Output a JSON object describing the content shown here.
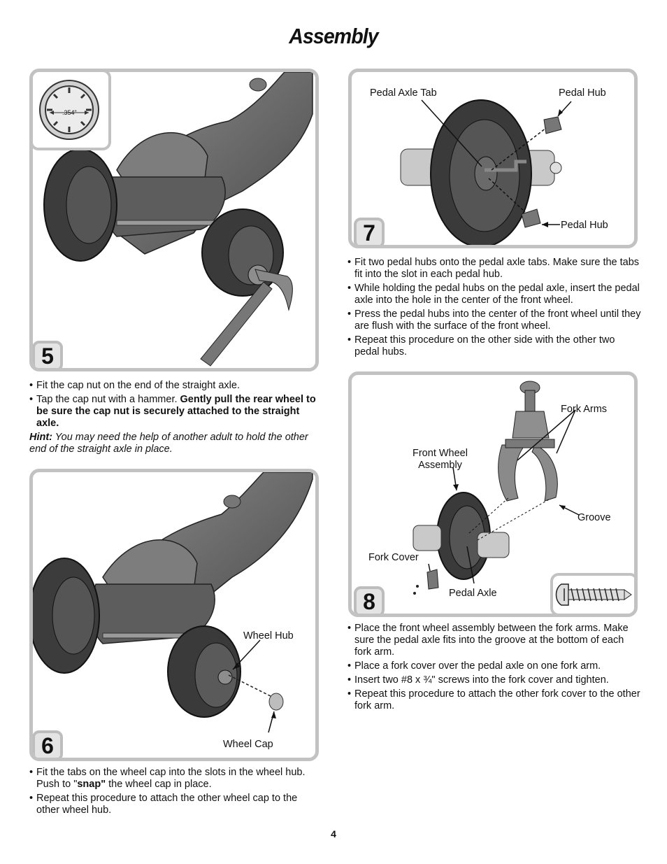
{
  "page": {
    "title": "Assembly",
    "page_number": "4"
  },
  "step5": {
    "number": "5",
    "gauge_label": ".354\"",
    "bullets": [
      "Fit the cap nut on the end of the straight axle.",
      "Tap the cap nut with a hammer. ",
      "Gently pull the rear wheel to be sure the cap nut is securely attached to the straight axle."
    ],
    "hint_label": "Hint:",
    "hint_text": " You may need the help of another adult to hold the other end of the straight axle in place."
  },
  "step6": {
    "number": "6",
    "labels": {
      "wheel_hub": "Wheel Hub",
      "wheel_cap": "Wheel Cap"
    },
    "bullets": [
      "Fit the tabs on the wheel cap into the slots in the wheel hub. Push to \"",
      "snap\"",
      " the wheel cap in place.",
      "Repeat this procedure to attach the other wheel cap to the other wheel hub."
    ]
  },
  "step7": {
    "number": "7",
    "labels": {
      "pedal_axle_tab": "Pedal Axle Tab",
      "pedal_hub_top": "Pedal Hub",
      "pedal_hub_bottom": "Pedal Hub"
    },
    "bullets": [
      "Fit two pedal hubs onto the pedal axle tabs. Make sure the tabs fit into the slot in each pedal hub.",
      "While holding the pedal hubs on the pedal axle, insert the pedal axle into the hole in the center of the front wheel.",
      "Press the pedal hubs into the center of the front wheel until they are flush with the surface of the front wheel.",
      "Repeat this procedure on the other side with the other two pedal hubs."
    ]
  },
  "step8": {
    "number": "8",
    "labels": {
      "fork_arms": "Fork Arms",
      "front_wheel_assembly": "Front Wheel\nAssembly",
      "groove": "Groove",
      "fork_cover": "Fork Cover",
      "pedal_axle": "Pedal Axle"
    },
    "bullets": [
      "Place the front wheel assembly between the fork arms. Make sure the pedal axle fits into the groove at the bottom of each fork arm.",
      "Place a fork cover over the pedal axle on one fork arm.",
      "Insert two #8 x ¾\" screws into the fork cover and tighten.",
      "Repeat this procedure to attach the other fork cover to the other fork arm."
    ]
  },
  "colors": {
    "panel_border": "#c2c2c2",
    "badge_fill": "#e4e4e4",
    "part_dark": "#3a3a3a",
    "part_mid": "#6e6e6e"
  },
  "icons": [
    "gauge-icon",
    "hammer-icon",
    "screw-icon"
  ]
}
